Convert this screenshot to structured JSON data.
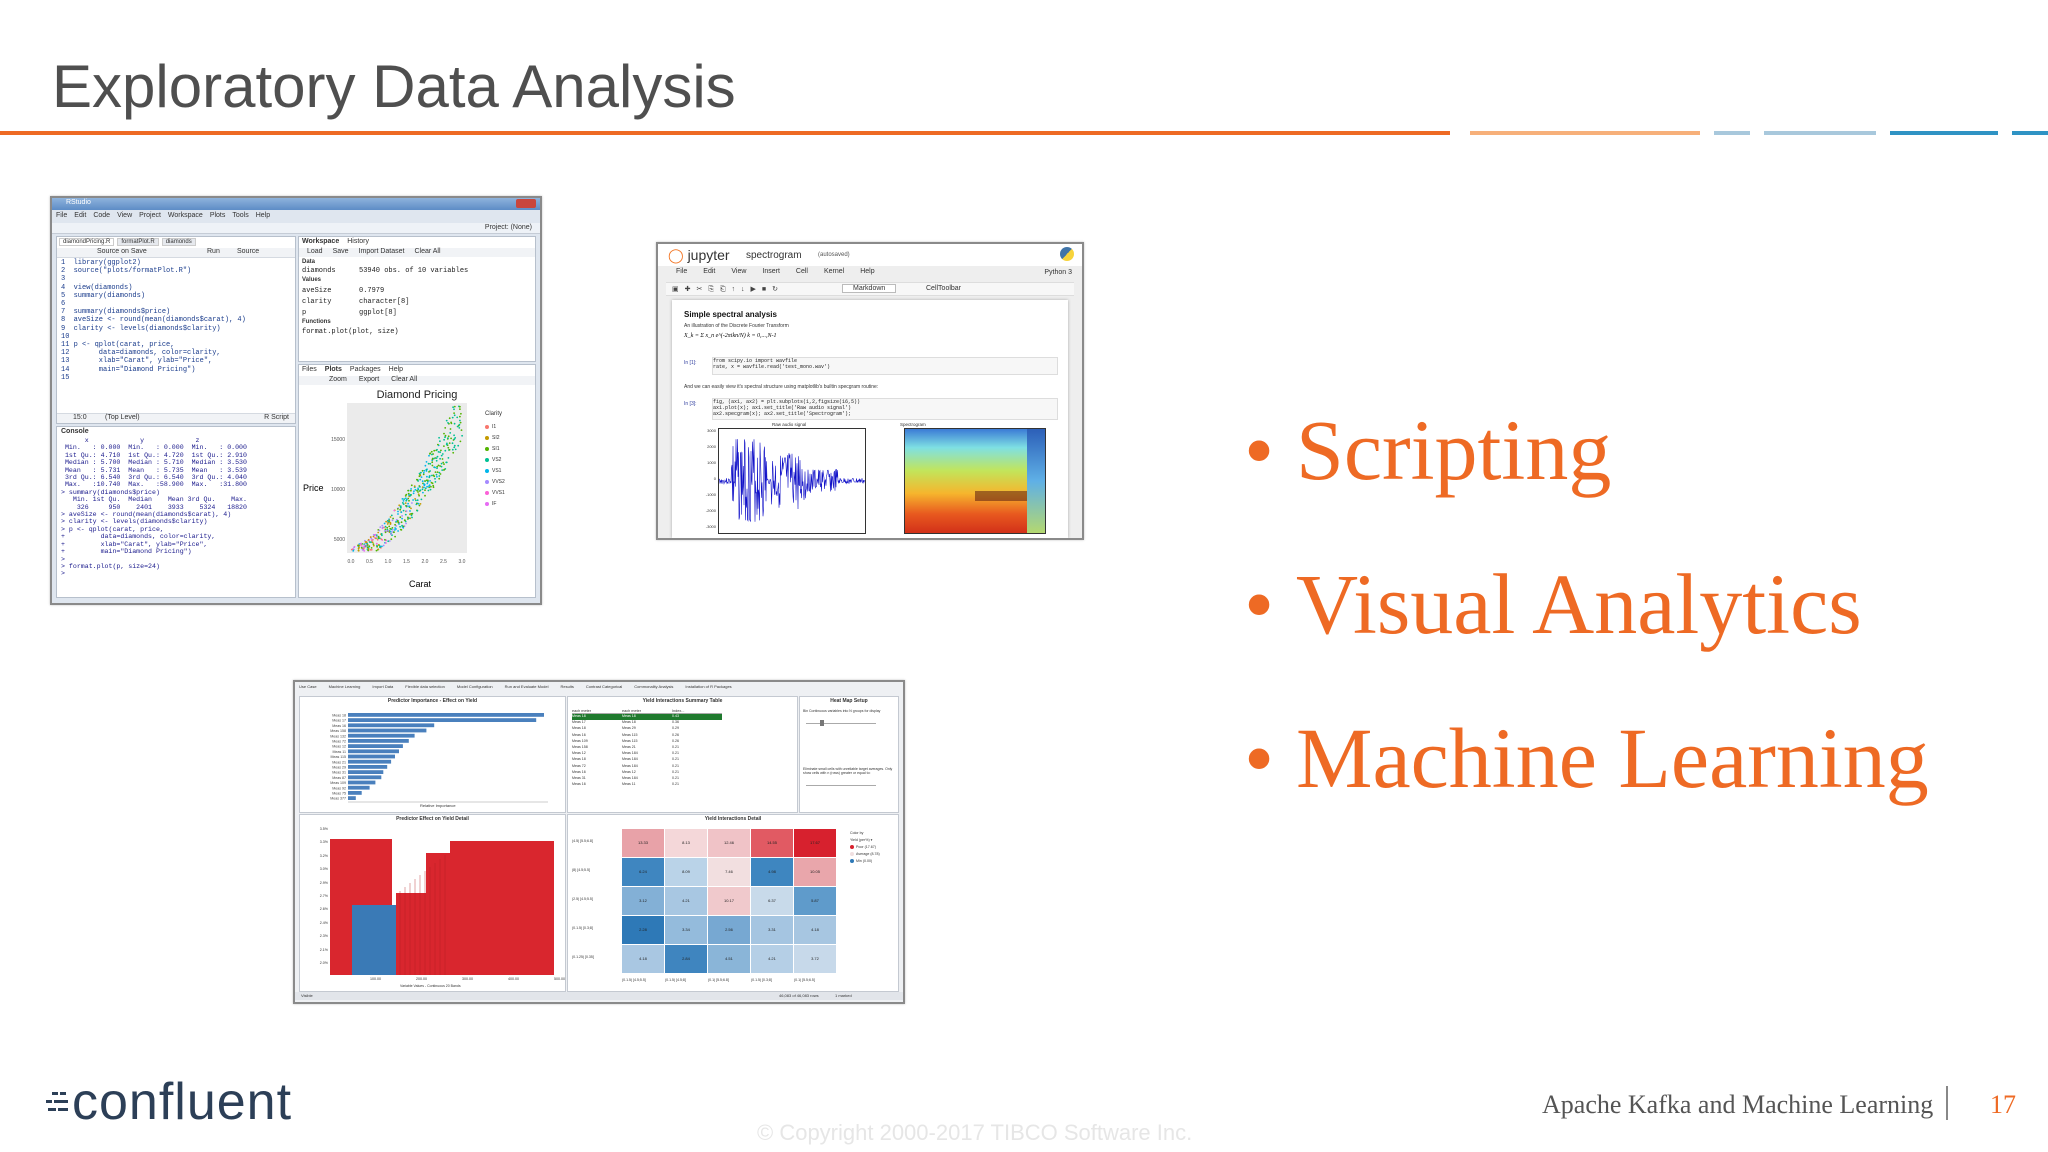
{
  "slide": {
    "title": "Exploratory Data Analysis",
    "accent": "#ee6a24",
    "rule_colors": [
      "#ee6a24",
      "#f7b07a",
      "#a8c8dc",
      "#a8c8dc",
      "#2f93c4",
      "#2f93c4"
    ]
  },
  "bullets": [
    "Scripting",
    "Visual Analytics",
    "Machine Learning"
  ],
  "rstudio": {
    "window_title": "RStudio",
    "menu": [
      "File",
      "Edit",
      "Code",
      "View",
      "Project",
      "Workspace",
      "Plots",
      "Tools",
      "Help"
    ],
    "project": "Project: (None)",
    "tabs": [
      "diamondPricing.R",
      "formatPlot.R",
      "diamonds"
    ],
    "editor_toolbar": [
      "Source on Save",
      "Run",
      "Source"
    ],
    "script_lines": "1  library(ggplot2)\n2  source(\"plots/formatPlot.R\")\n3\n4  view(diamonds)\n5  summary(diamonds)\n6\n7  summary(diamonds$price)\n8  aveSize <- round(mean(diamonds$carat), 4)\n9  clarity <- levels(diamonds$clarity)\n10\n11 p <- qplot(carat, price,\n12       data=diamonds, color=clarity,\n13       xlab=\"Carat\", ylab=\"Price\",\n14       main=\"Diamond Pricing\")\n15",
    "editor_status": [
      "15:0",
      "(Top Level)",
      "R Script"
    ],
    "console_label": "Console",
    "console_text": "      x             y             z\n Min.   : 0.000  Min.   : 0.000  Min.   : 0.000\n 1st Qu.: 4.710  1st Qu.: 4.720  1st Qu.: 2.910\n Median : 5.700  Median : 5.710  Median : 3.530\n Mean   : 5.731  Mean   : 5.735  Mean   : 3.539\n 3rd Qu.: 6.540  3rd Qu.: 6.540  3rd Qu.: 4.040\n Max.   :10.740  Max.   :58.900  Max.   :31.800\n> summary(diamonds$price)\n   Min. 1st Qu.  Median    Mean 3rd Qu.    Max.\n    326     950    2401    3933    5324   18820\n> aveSize <- round(mean(diamonds$carat), 4)\n> clarity <- levels(diamonds$clarity)\n> p <- qplot(carat, price,\n+         data=diamonds, color=clarity,\n+         xlab=\"Carat\", ylab=\"Price\",\n+         main=\"Diamond Pricing\")\n>\n> format.plot(p, size=24)\n>",
    "workspace_tabs": [
      "Workspace",
      "History"
    ],
    "workspace_toolbar": [
      "Load",
      "Save",
      "Import Dataset",
      "Clear All"
    ],
    "workspace_sections": {
      "data": "Data",
      "values": "Values",
      "functions": "Functions"
    },
    "workspace_rows": [
      [
        "diamonds",
        "53940 obs. of 10 variables"
      ],
      [
        "aveSize",
        "0.7979"
      ],
      [
        "clarity",
        "character[8]"
      ],
      [
        "p",
        "ggplot[8]"
      ],
      [
        "format.plot(plot, size)",
        ""
      ]
    ],
    "plot_tabs": [
      "Files",
      "Plots",
      "Packages",
      "Help"
    ],
    "plot_toolbar": [
      "Zoom",
      "Export",
      "Clear All"
    ],
    "plot_title": "Diamond Pricing",
    "plot_xlabel": "Carat",
    "plot_ylabel": "Price",
    "plot_yticks": [
      "15000",
      "10000",
      "5000"
    ],
    "plot_xticks": [
      "0.0",
      "0.5",
      "1.0",
      "1.5",
      "2.0",
      "2.5",
      "3.0"
    ],
    "legend_title": "Clarity",
    "legend_items": [
      "I1",
      "SI2",
      "SI1",
      "VS2",
      "VS1",
      "VVS2",
      "VVS1",
      "IF"
    ],
    "legend_colors": [
      "#f8766d",
      "#c49a00",
      "#53b400",
      "#00c094",
      "#00b6eb",
      "#a58aff",
      "#fb61d7",
      "#e76bf3"
    ]
  },
  "jupyter": {
    "brand": "jupyter",
    "notebook": "spectrogram",
    "status": "(autosaved)",
    "menu": [
      "File",
      "Edit",
      "View",
      "Insert",
      "Cell",
      "Kernel",
      "Help"
    ],
    "kernel": "Python 3",
    "cell_type": "Markdown",
    "celltoolbar": "CellToolbar",
    "heading": "Simple spectral analysis",
    "intro": "An illustration of the Discrete Fourier Transform",
    "formula": "X_k = Σ x_n e^(-2πikn/N)   k = 0,...,N-1",
    "in1_label": "In [1]:",
    "in1_code": "from scipy.io import wavfile\nrate, x = wavfile.read('test_mono.wav')",
    "text2": "And we can easily view it's spectral structure using matplotlib's builtin specgram routine:",
    "in2_label": "In [3]:",
    "in2_code": "fig, (ax1, ax2) = plt.subplots(1,2,figsize(16,5))\nax1.plot(x); ax1.set_title('Raw audio signal')\nax2.specgram(x); ax2.set_title('Spectrogram');",
    "plot1_title": "Raw audio signal",
    "plot2_title": "Spectrogram",
    "plot1_yticks": [
      "3000",
      "2000",
      "1000",
      "0",
      "-1000",
      "-2000",
      "-3000"
    ]
  },
  "tibco": {
    "tabs": [
      "Use Case",
      "Machine Learning",
      "Import Data",
      "Flexible data selection",
      "Model Configuration",
      "Run and Evaluate Model",
      "Results",
      "Contrast Categorical",
      "Commonality Analysis",
      "Installation of R Packages"
    ],
    "p1_title": "Predictor Importance - Effect on Yield",
    "p1_bars": [
      "Meas 18",
      "Meas 17",
      "Meas 16",
      "Meas 158",
      "Meas 132",
      "Meas 72",
      "Meas 12",
      "Meas 11",
      "Meas 115",
      "Meas 21",
      "Meas 29",
      "Meas 31",
      "Meas 87",
      "Meas 109",
      "Meas 92",
      "Meas 75",
      "Meas 377"
    ],
    "p1_values": [
      100,
      96,
      44,
      40,
      34,
      31,
      28,
      26,
      24,
      22,
      20,
      18,
      17,
      14,
      11,
      7,
      4
    ],
    "p1_xlabel": "Relative Importance",
    "p2_title": "Yield Interactions Summary Table",
    "p2_headers": [
      "each meter",
      "each meter",
      "Index..."
    ],
    "p2_rows": [
      [
        "Meas 18",
        "Meas 18",
        "0.43"
      ],
      [
        "Meas 17",
        "Meas 18",
        "0.36"
      ],
      [
        "Meas 18",
        "Meas 29",
        "0.29"
      ],
      [
        "Meas 16",
        "Meas 115",
        "0.26"
      ],
      [
        "Meas 109",
        "Meas 115",
        "0.26"
      ],
      [
        "Meas 158",
        "Meas 21",
        "0.21"
      ],
      [
        "Meas 12",
        "Meas 184",
        "0.21"
      ],
      [
        "Meas 18",
        "Meas 184",
        "0.21"
      ],
      [
        "Meas 72",
        "Meas 184",
        "0.21"
      ],
      [
        "Meas 16",
        "Meas 12",
        "0.21"
      ],
      [
        "Meas 31",
        "Meas 184",
        "0.21"
      ],
      [
        "Meas 16",
        "Meas 11",
        "0.21"
      ]
    ],
    "p3_title": "Heat Map Setup",
    "p3_text1": "Bin Continuous variables into N groups for display",
    "p3_text2": "Eliminate small cells with unreliable target averages. Only show cells with n (rows) greater or equal to:",
    "p4_title": "Predictor Effect on Yield Detail",
    "p4_yticks": [
      "3.5%",
      "3.3%",
      "3.2%",
      "3.0%",
      "2.9%",
      "2.7%",
      "2.6%",
      "2.4%",
      "2.3%",
      "2.1%",
      "2.0%"
    ],
    "p4_xticks": [
      "100.00",
      "200.00",
      "300.00",
      "400.00",
      "500.00"
    ],
    "p4_xlabel": "Variable Values - Continuous 20 Bands",
    "p5_title": "Yield Interactions Detail",
    "p5_rowlabels": [
      "(4.5) [5.5;6.8]",
      "(8) [4.5;5.5]",
      "(2.5) [4.5;5.5]",
      "(0.1.5) [0.3;8]",
      "(0.1.25) [0.35]"
    ],
    "p5_collabels": [
      "(0.1.5) [4.5;5.5]",
      "(0.1.5) [4.5;8]",
      "(0.1) [5.5;6.8]",
      "(0.1.5) [0.3;8]",
      "(0.1) [5.5;6.5]"
    ],
    "p5_cells": [
      [
        "13.33",
        "8.13",
        "12.46",
        "14.55",
        "17.67"
      ],
      [
        "6.24",
        "8.09",
        "7.46",
        "4.98",
        "10.05"
      ],
      [
        "3.12",
        "4.21",
        "10.17",
        "6.37",
        "5.87"
      ],
      [
        "2.28",
        "3.34",
        "2.56",
        "3.31",
        "4.18"
      ],
      [
        "4.18",
        "2.84",
        "4.51",
        "4.21",
        "3.72"
      ]
    ],
    "p5_colors": [
      [
        "#e8a2a8",
        "#f4d7d9",
        "#f0c3c7",
        "#e15a63",
        "#d7212e"
      ],
      [
        "#3f86c0",
        "#bad3e8",
        "#f2dfe0",
        "#3e86c0",
        "#e9a6ab"
      ],
      [
        "#83b0d6",
        "#a8c7e2",
        "#f0c9cc",
        "#c8daea",
        "#5f9bcb"
      ],
      [
        "#2e79b7",
        "#94bbdc",
        "#77a8d2",
        "#a5c5e1",
        "#a7c6e1"
      ],
      [
        "#a9c7e2",
        "#3f85bf",
        "#8ab5d8",
        "#b5cfe6",
        "#c7d9ea"
      ]
    ],
    "p5_legend": [
      "Color by",
      "Yield (per%) ▾",
      "Poor (17.67)",
      "Average (8.78)",
      "Min (0.00)"
    ],
    "status_left": "Visible",
    "status_mid": "46,083 of 46,083 rows",
    "status_right": "1 marked"
  },
  "footer": {
    "logo": "confluent",
    "copyright": "© Copyright 2000-2017 TIBCO Software Inc.",
    "title": "Apache Kafka and Machine Learning",
    "page": "17"
  }
}
